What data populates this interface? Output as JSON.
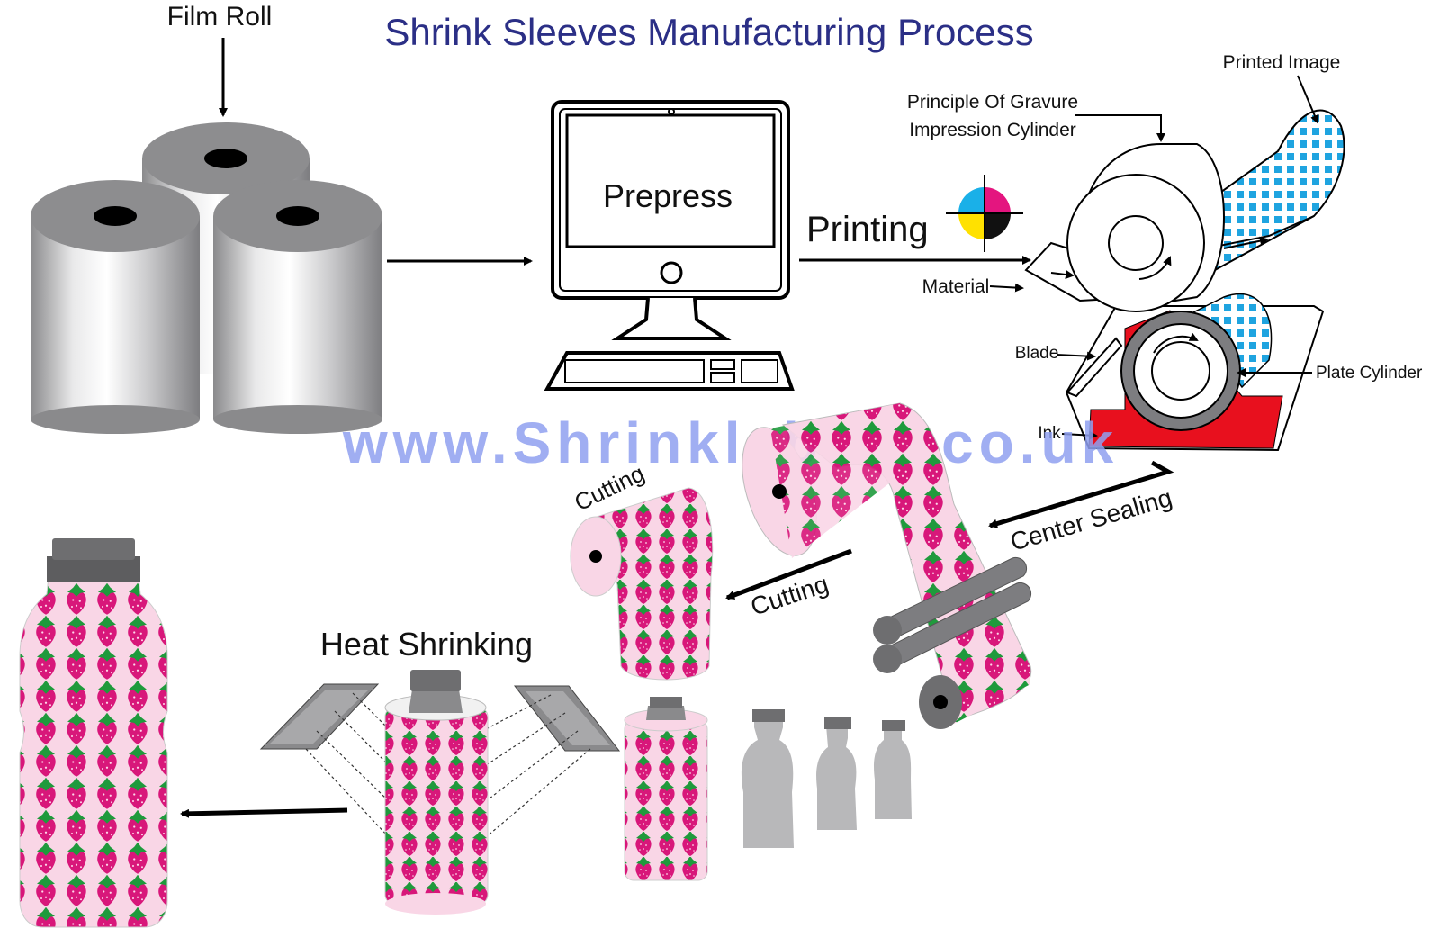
{
  "title": "Shrink Sleeves Manufacturing Process",
  "watermark": "www.Shrinklabels.co.uk",
  "labels": {
    "film_roll": "Film Roll",
    "prepress": "Prepress",
    "printing": "Printing",
    "printed_image": "Printed Image",
    "impression_cylinder_line1": "Principle Of Gravure",
    "impression_cylinder_line2": "Impression Cylinder",
    "material": "Material",
    "blade": "Blade",
    "plate_cylinder": "Plate Cylinder",
    "ink": "Ink",
    "center_sealing": "Center Sealing",
    "cutting_top": "Cutting",
    "cutting_arrow": "Cutting",
    "heat_shrinking": "Heat Shrinking"
  },
  "colors": {
    "title": "#2b2f86",
    "watermark": "#8fa0f0",
    "ink": "#e8101e",
    "sleeve_pink": "#f9d6e6",
    "strawberry": "#d8177a",
    "leaf": "#1f9a3c",
    "bottle_grey": "#b8b8ba",
    "cap_grey": "#6e6e70",
    "cmyk_cyan": "#1ab0e8",
    "cmyk_magenta": "#e4157f",
    "cmyk_yellow": "#ffe100",
    "cmyk_black": "#111111"
  }
}
